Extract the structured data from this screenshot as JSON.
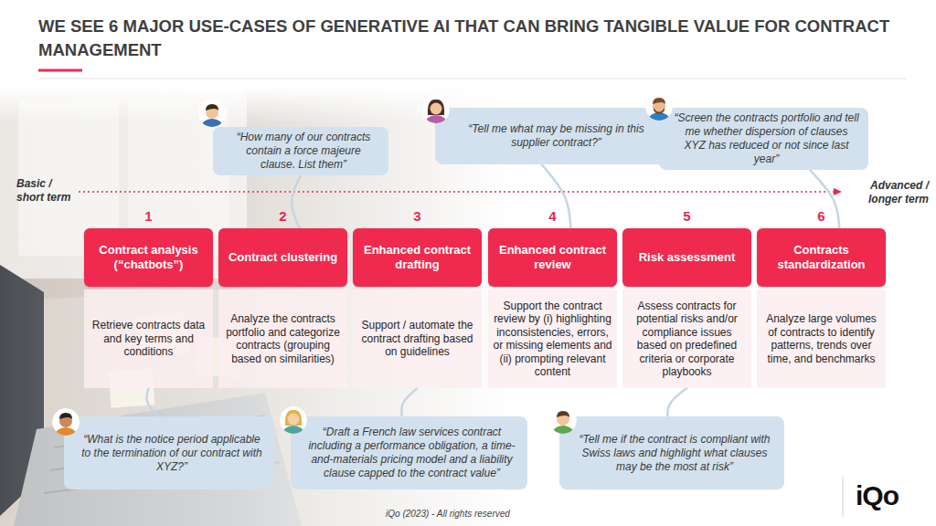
{
  "diagram": {
    "title": "WE SEE 6 MAJOR USE-CASES OF GENERATIVE AI THAT CAN BRING TANGIBLE VALUE FOR CONTRACT MANAGEMENT",
    "caption": "iQo (2023) - All rights reserved",
    "nodes": [
      {
        "text": [
          "“How many of our contracts contain a force majeure clause. List them”"
        ]
      },
      {
        "text": [
          "“Tell me what may be missing in this supplier contract?”"
        ]
      },
      {
        "text": [
          "“Screen the contracts portfolio and tell me whether dispersion of clauses XYZ has reduced or not since last year”"
        ]
      },
      {
        "text": [
          "Contract analysis (“chatbots”)"
        ]
      },
      {
        "text": [
          "Retrieve contracts data and key terms and conditions"
        ]
      },
      {
        "text": [
          "Contract clustering"
        ]
      },
      {
        "text": [
          "Analyze the contracts portfolio and categorize contracts (grouping based on similarities)"
        ]
      },
      {
        "text": [
          "Enhanced contract drafting"
        ]
      },
      {
        "text": [
          "Support / automate the contract drafting based on guidelines"
        ]
      },
      {
        "text": [
          "Enhanced contract review"
        ]
      },
      {
        "text": [
          "Support the contract review by (i) highlighting inconsistencies, errors, or missing elements and (ii) prompting relevant content"
        ]
      },
      {
        "text": [
          "Risk assessment"
        ]
      },
      {
        "text": [
          "Assess contracts for potential risks and/or compliance issues based on predefined criteria or corporate playbooks"
        ]
      },
      {
        "text": [
          "Contracts standardization"
        ]
      },
      {
        "text": [
          "Analyze large volumes of contracts to identify patterns, trends over time, and benchmarks"
        ]
      },
      {
        "text": [
          "“What is the notice period applicable to the termination of our contract with XYZ?”"
        ]
      },
      {
        "text": [
          "“Draft a French law services contract including a performance obligation, a time-and-materials pricing model and a liability clause capped to the contract value”"
        ]
      },
      {
        "text": [
          "“Tell me if the contract is compliant with Swiss laws and highlight what clauses may be the most at risk”"
        ]
      }
    ],
    "edges": [
      {
        "from": 0,
        "to": 5,
        "arrow": "none"
      },
      {
        "from": 1,
        "to": 9,
        "arrow": "none"
      },
      {
        "from": 2,
        "to": 13,
        "arrow": "none"
      },
      {
        "from": 4,
        "to": 15,
        "arrow": "none"
      },
      {
        "from": 8,
        "to": 16,
        "arrow": "none"
      },
      {
        "from": 12,
        "to": 17,
        "arrow": "none"
      }
    ],
    "labels": [
      "Basic / short term",
      "Advanced / longer term",
      "1",
      "2",
      "3",
      "4",
      "5",
      "6",
      "iQo"
    ]
  }
}
